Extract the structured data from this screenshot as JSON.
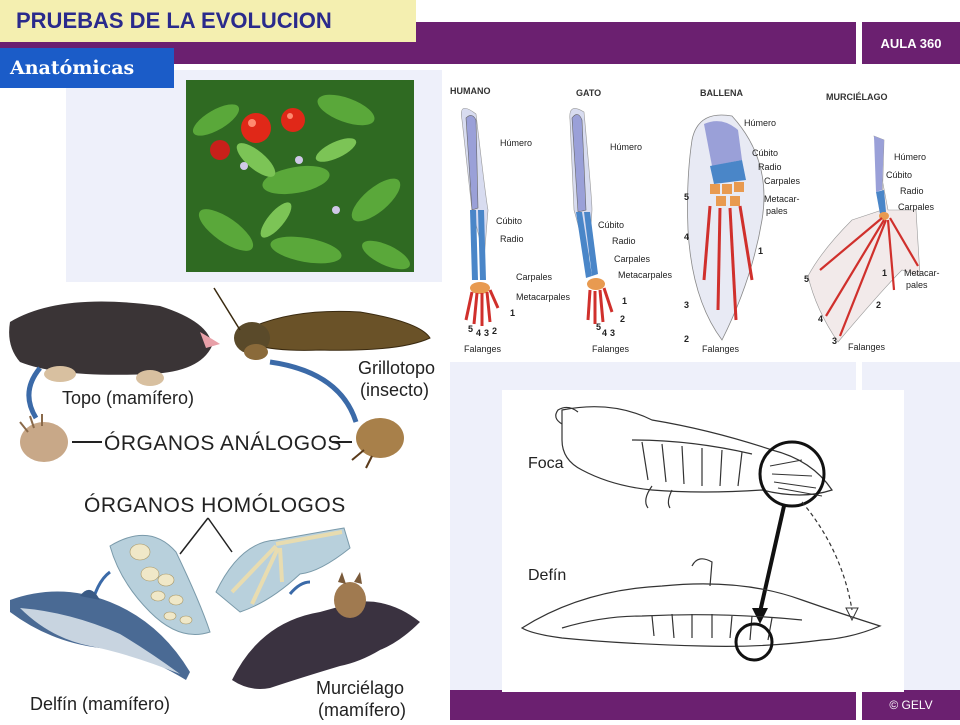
{
  "header": {
    "title": "PRUEBAS DE LA EVOLUCION",
    "subtitle": "Anatómicas",
    "right_label": "AULA 360"
  },
  "footer": {
    "copyright": "© GELV"
  },
  "limb_diagram": {
    "columns": [
      "HUMANO",
      "GATO",
      "BALLENA",
      "MURCIÉLAGO"
    ],
    "human_labels": [
      "Húmero",
      "Cúbito",
      "Radio",
      "Carpales",
      "Metacarpales",
      "Falanges"
    ],
    "cat_labels": [
      "Húmero",
      "Cúbito",
      "Radio",
      "Carpales",
      "Metacarpales",
      "Falanges"
    ],
    "whale_labels": [
      "Húmero",
      "Cúbito",
      "Radio",
      "Carpales",
      "Metacar-",
      "pales",
      "Falanges"
    ],
    "bat_labels": [
      "Húmero",
      "Cúbito",
      "Radio",
      "Carpales",
      "Metacar-",
      "pales",
      "Falanges"
    ],
    "digits": [
      "1",
      "2",
      "3",
      "4",
      "5"
    ]
  },
  "organs_diagram": {
    "mole": "Topo (mamífero)",
    "cricket_line1": "Grillotopo",
    "cricket_line2": "(insecto)",
    "analogous": "ÓRGANOS ANÁLOGOS",
    "homologous": "ÓRGANOS HOMÓLOGOS",
    "dolphin": "Delfín (mamífero)",
    "bat_line1": "Murciélago",
    "bat_line2": "(mamífero)"
  },
  "skeleton_diagram": {
    "seal": "Foca",
    "dolphin": "Defín"
  },
  "colors": {
    "purple": "#6b2070",
    "title_bg": "#f4efb0",
    "title_text": "#2a2a8c",
    "subtitle_bg": "#1b5cc8",
    "bone_blue": "#4a86c8",
    "bone_red": "#d0302c",
    "bone_orange": "#e89a50",
    "bone_lavender": "#9aa0d8"
  }
}
